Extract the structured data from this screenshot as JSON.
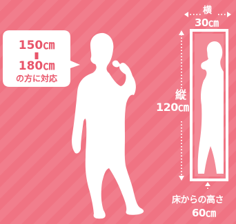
{
  "colors": {
    "background": "#f07383",
    "stripe": "rgba(255,255,255,0.07)",
    "silhouette": "#ffffff",
    "bubble_text": "#e8556a",
    "label_text": "#ffffff"
  },
  "bubble": {
    "line1": "150㎝",
    "line2": "180㎝",
    "line3": "の方に対応"
  },
  "dimensions": {
    "width_label": "横",
    "width_value": "30㎝",
    "height_label": "縦",
    "height_value": "120㎝",
    "floor_label": "床からの高さ",
    "floor_value": "60㎝"
  },
  "icons": {
    "person": "human-silhouette-icon",
    "mirror": "mirror-icon",
    "reflection": "reflection-silhouette-icon"
  }
}
